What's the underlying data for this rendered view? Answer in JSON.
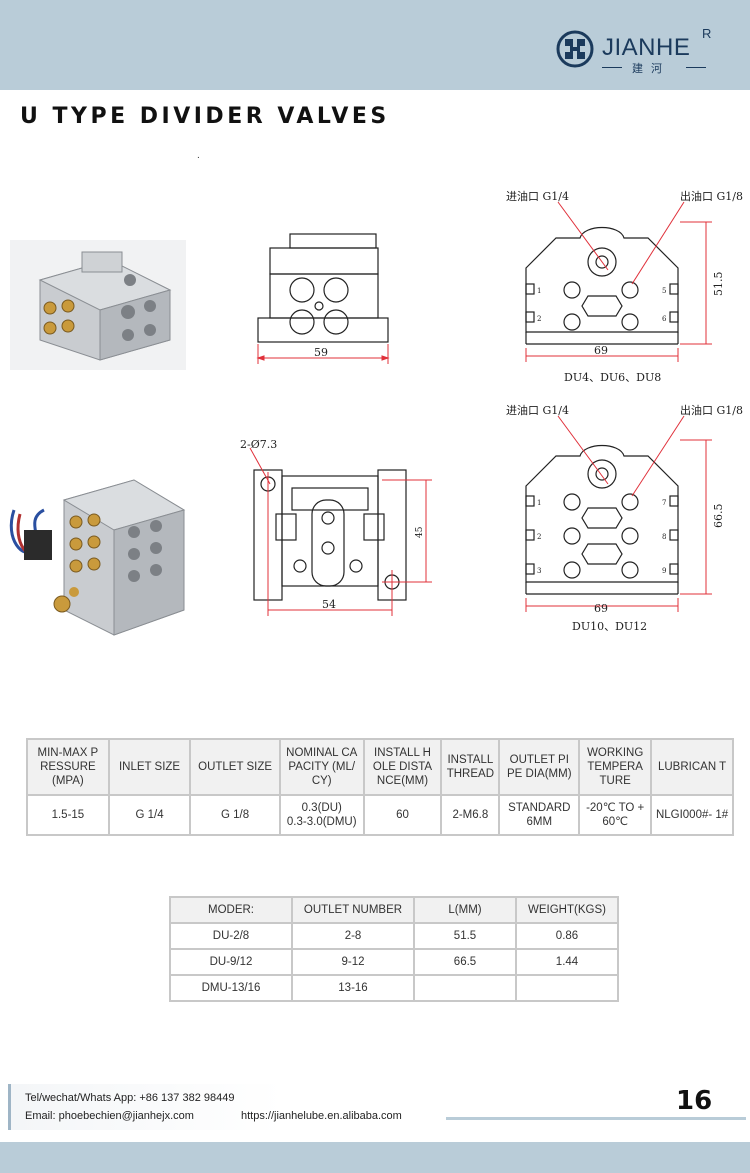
{
  "brand": {
    "name": "JIANHE",
    "registered": "R",
    "sub": "建河"
  },
  "title": "U TYPE  DIVIDER VALVES",
  "stray_mark": ".",
  "drawings": {
    "top_front": {
      "width_label": "59"
    },
    "top_side": {
      "inlet_label": "进油口 G1/4",
      "outlet_label": "出油口 G1/8",
      "width_label": "69",
      "height_label": "51.5",
      "models_label": "DU4、DU6、DU8",
      "ports": [
        "1",
        "2",
        "5",
        "6"
      ]
    },
    "bottom_front": {
      "hole_label": "2-Ø7.3",
      "width_label": "54",
      "height_label": "45"
    },
    "bottom_side": {
      "inlet_label": "进油口 G1/4",
      "outlet_label": "出油口 G1/8",
      "width_label": "69",
      "height_label": "66.5",
      "models_label": "DU10、DU12",
      "ports": [
        "1",
        "2",
        "3",
        "7",
        "8",
        "9"
      ]
    }
  },
  "spec_table": {
    "headers": [
      "MIN-MAX P RESSURE (MPA)",
      "INLET SIZE",
      "OUTLET SIZE",
      "NOMINAL CA PACITY (ML/ CY)",
      "INSTALL H OLE DISTA NCE(MM)",
      "INSTALL THREAD",
      "OUTLET PI PE DIA(MM)",
      "WORKING TEMPERA TURE",
      "LUBRICAN T"
    ],
    "row": [
      "1.5-15",
      "G 1/4",
      "G 1/8",
      "0.3(DU)",
      "0.3-3.0(DMU)",
      "60",
      "2-M6.8",
      "STANDARD 6MM",
      "-20℃ TO + 60℃",
      "NLGI000#- 1#"
    ]
  },
  "model_table": {
    "headers": [
      "MODER:",
      "OUTLET NUMBER",
      "L(MM)",
      "WEIGHT(KGS)"
    ],
    "rows": [
      [
        "DU-2/8",
        "2-8",
        "51.5",
        "0.86"
      ],
      [
        "DU-9/12",
        "9-12",
        "66.5",
        "1.44"
      ],
      [
        "DMU-13/16",
        "13-16",
        "",
        ""
      ]
    ]
  },
  "footer": {
    "phone": "Tel/wechat/Whats App: +86 137 382 98449",
    "email": "Email:  phoebechien@jianhejx.com",
    "url": "https://jianhelube.en.alibaba.com",
    "page": "16"
  },
  "colors": {
    "band": "#b9ccd8",
    "brand": "#1b3a5c",
    "dimension": "#e0303a",
    "line": "#222222"
  }
}
